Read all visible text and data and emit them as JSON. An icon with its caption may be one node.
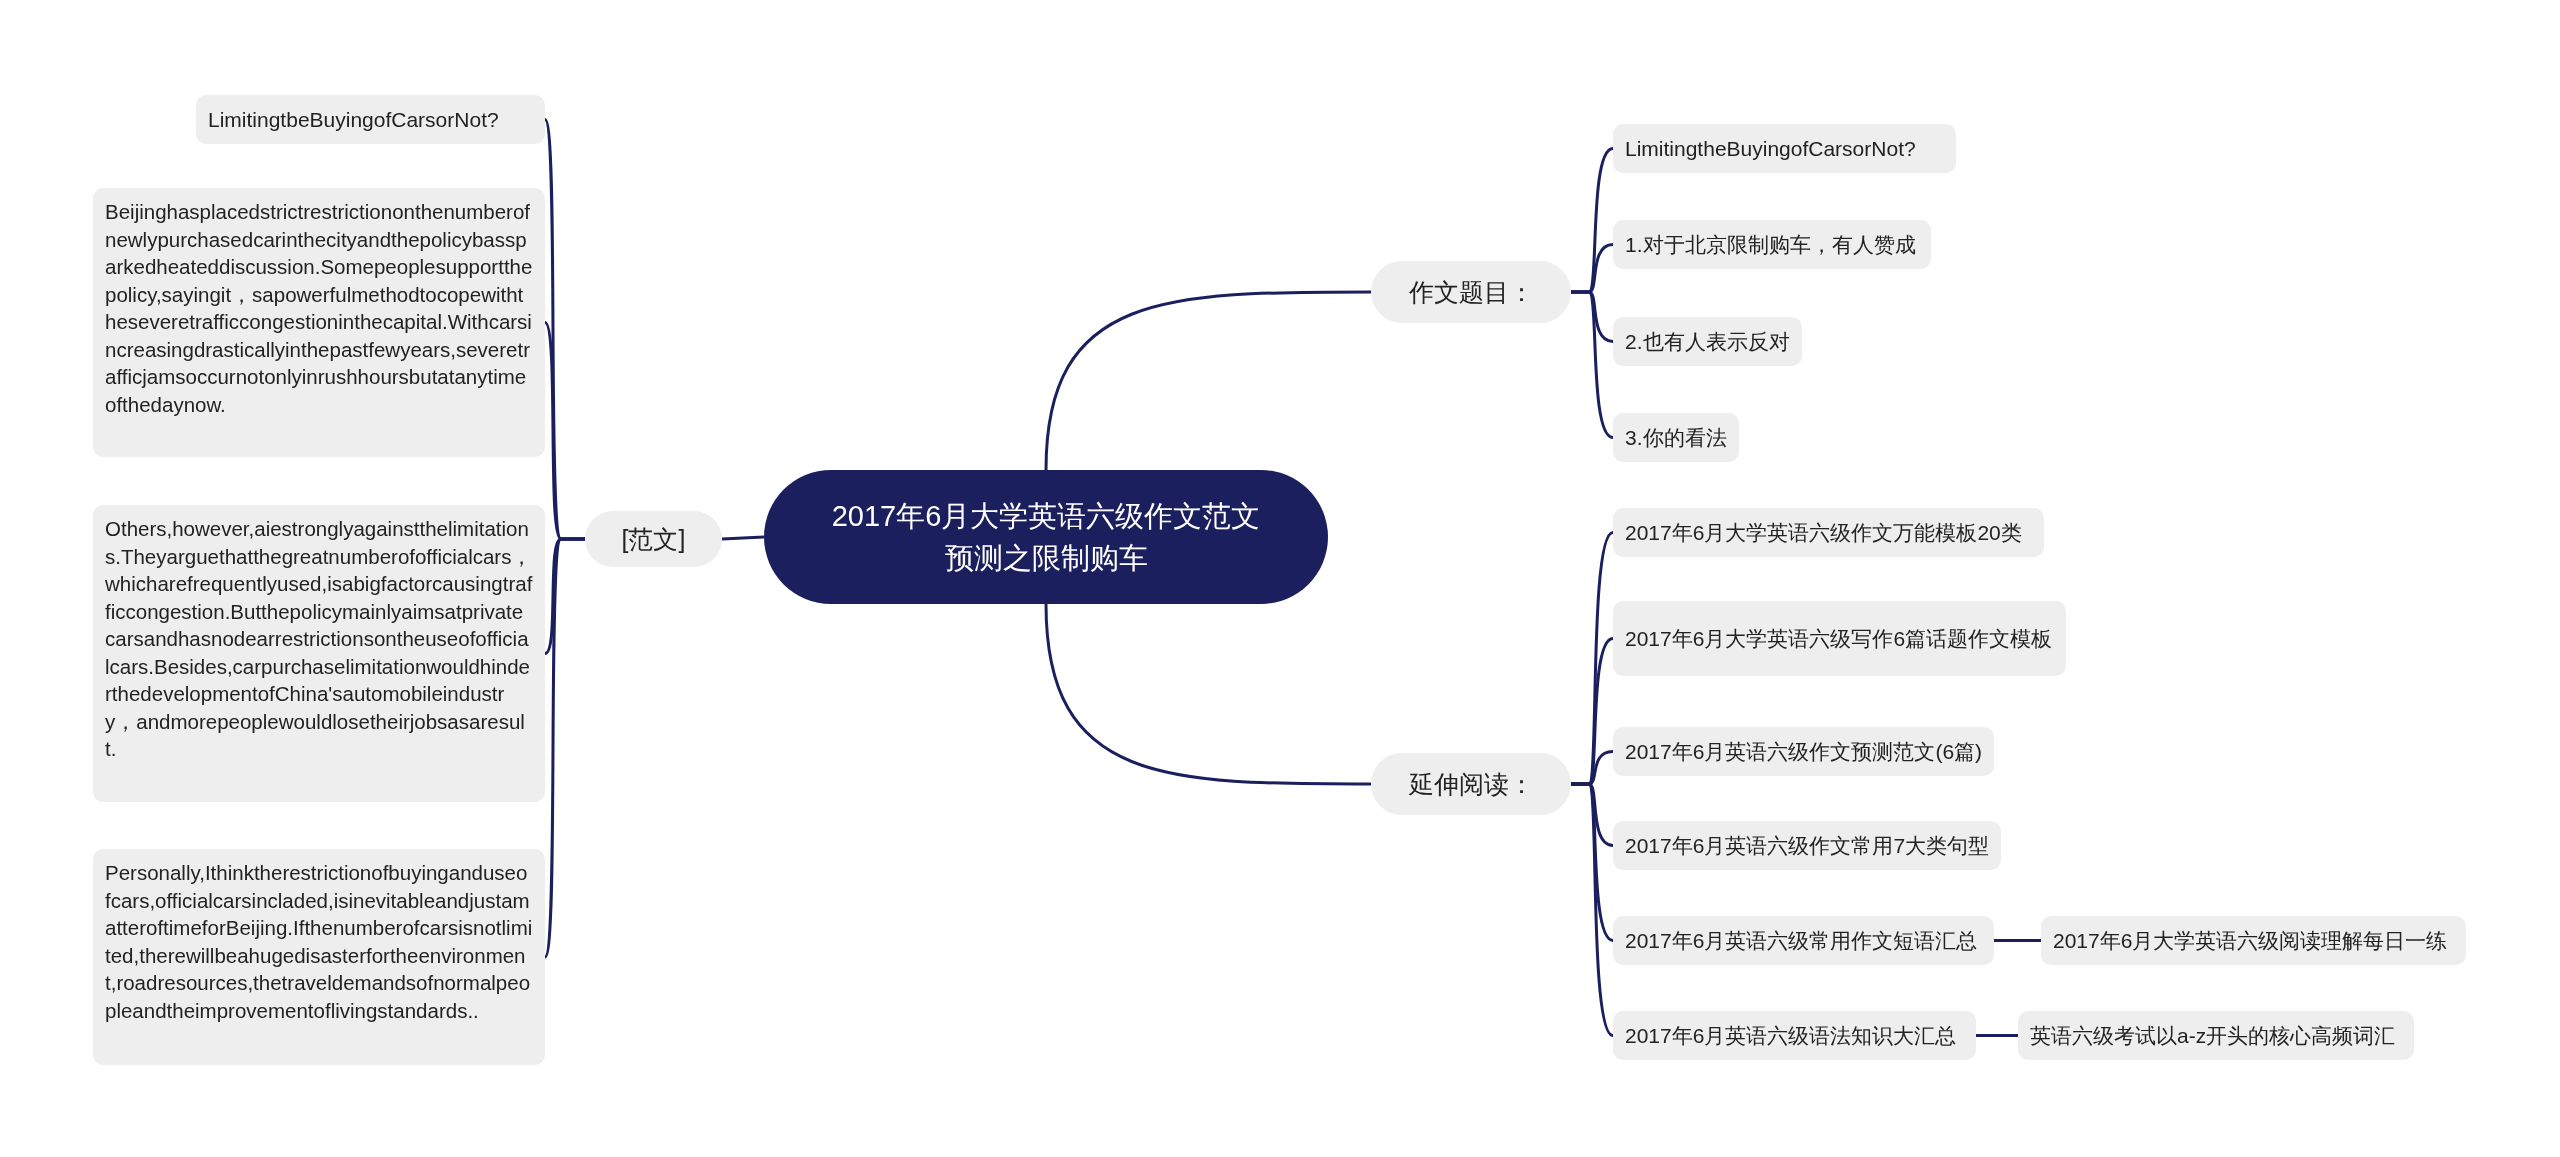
{
  "diagram": {
    "nodes": [
      {
        "text": [
          "2017年6月大学英语六级作文范文预测之限制购车"
        ]
      },
      {
        "text": [
          "作文题目："
        ]
      },
      {
        "text": [
          "LimitingtheBuyingofCarsorNot?"
        ]
      },
      {
        "text": [
          "1.对于北京限制购车，有人赞成"
        ]
      },
      {
        "text": [
          "2.也有人表示反对"
        ]
      },
      {
        "text": [
          "3.你的看法"
        ]
      },
      {
        "text": [
          "延伸阅读："
        ]
      },
      {
        "text": [
          "2017年6月大学英语六级作文万能模板20类"
        ]
      },
      {
        "text": [
          "2017年6月大学英语六级写作6篇话题作文模板"
        ]
      },
      {
        "text": [
          "2017年6月英语六级作文预测范文(6篇)"
        ]
      },
      {
        "text": [
          "2017年6月英语六级作文常用7大类句型"
        ]
      },
      {
        "text": [
          "2017年6月英语六级常用作文短语汇总"
        ]
      },
      {
        "text": [
          "2017年6月大学英语六级阅读理解每日一练"
        ]
      },
      {
        "text": [
          "2017年6月英语六级语法知识大汇总"
        ]
      },
      {
        "text": [
          "英语六级考试以a-z开头的核心高频词汇"
        ]
      },
      {
        "text": [
          "[范文]"
        ]
      },
      {
        "text": [
          "LimitingtbeBuyingofCarsorNot?"
        ]
      },
      {
        "text": [
          "Beijinghasplacedstrictrestrictiononthenumberofnewlypurchasedcarinthecityandthepolicybassparkedheateddiscussion.Somepeoplesupportthepolicy,sayingit，sapowerfulmethodtocopewiththeseveretrafficcongestioninthecapital.Withcarsincreasingdrasticallyinthepastfewyears,severetrafficjamsoccurnotonlyinrushhoursbutatanytimeofthedaynow."
        ]
      },
      {
        "text": [
          "Others,however,aiestronglyagainstthelimitations.Theyarguethatthegreatnumberofofficialcars，whicharefrequentlyused,isabigfactorcausingtrafficcongestion.Butthepolicymainlyaimsatprivatecarsandhasnodearrestrictionsontheuseofofficialcars.Besides,carpurchaselimitationwouldhinderthedevelopmentofChina'sautomobileindustry，andmorepeoplewouldlosetheirjobsasaresult."
        ]
      },
      {
        "text": [
          "Personally,Ithinktherestrictionofbuyinganduseofcars,officialcarsincladed,isinevitableandjustamatteroftimeforBeijing.Ifthenumberofcarsisnotlimited,therewillbeahugedisasterfortheenvironment,roadresources,thetraveldemandsofnormalpeopleandtheimprovementoflivingstandards.."
        ]
      }
    ],
    "edges": [
      {
        "from": 0,
        "to": 1,
        "arrow": "none"
      },
      {
        "from": 0,
        "to": 6,
        "arrow": "none"
      },
      {
        "from": 0,
        "to": 15,
        "arrow": "none"
      },
      {
        "from": 1,
        "to": 2,
        "arrow": "none"
      },
      {
        "from": 1,
        "to": 3,
        "arrow": "none"
      },
      {
        "from": 1,
        "to": 4,
        "arrow": "none"
      },
      {
        "from": 1,
        "to": 5,
        "arrow": "none"
      },
      {
        "from": 6,
        "to": 7,
        "arrow": "none"
      },
      {
        "from": 6,
        "to": 8,
        "arrow": "none"
      },
      {
        "from": 6,
        "to": 9,
        "arrow": "none"
      },
      {
        "from": 6,
        "to": 10,
        "arrow": "none"
      },
      {
        "from": 6,
        "to": 11,
        "arrow": "none"
      },
      {
        "from": 6,
        "to": 13,
        "arrow": "none"
      },
      {
        "from": 11,
        "to": 12,
        "arrow": "none"
      },
      {
        "from": 13,
        "to": 14,
        "arrow": "none"
      },
      {
        "from": 15,
        "to": 16,
        "arrow": "none"
      },
      {
        "from": 15,
        "to": 17,
        "arrow": "none"
      },
      {
        "from": 15,
        "to": 18,
        "arrow": "none"
      },
      {
        "from": 15,
        "to": 19,
        "arrow": "none"
      }
    ]
  }
}
